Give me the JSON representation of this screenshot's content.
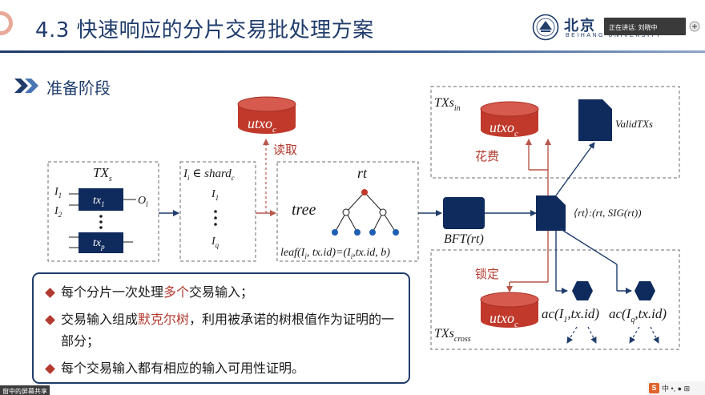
{
  "slide": {
    "title": "4.3 快速响应的分片交易批处理方案",
    "section": "准备阶段"
  },
  "logo": {
    "university": "北京",
    "subtitle": "BEIHANG UNIVERSITY"
  },
  "meeting_badge": "正在讲话: 刘晓中",
  "diagram": {
    "tx_box": {
      "title": "TX",
      "title_sub": "s",
      "input_first": "I",
      "input_first_sub": "1",
      "input_second": "I",
      "input_second_sub": "2",
      "output": "O",
      "output_sub": "l",
      "tx_first": "tx",
      "tx_first_sub": "1",
      "tx_last": "tx",
      "tx_last_sub": "p"
    },
    "shard_box": {
      "label": "I",
      "label_sub": "i",
      "label_rest": " ∈ shard",
      "label_rest_sub": "c",
      "first": "I",
      "first_sub": "1",
      "last": "I",
      "last_sub": "q"
    },
    "read_db": {
      "name": "utxo",
      "sub": "c"
    },
    "read_label": "读取",
    "tree_box": {
      "root": "rt",
      "tree_label": "tree",
      "leaf": "leaf(I",
      "leaf_i": "i",
      "leaf_mid": ", tx.id)=(I",
      "leaf_i2": "i",
      "leaf_end": ",tx.id, b)"
    },
    "bft": "BFT(rt)",
    "in_group": {
      "label": "TXs",
      "label_sub": "in",
      "db_name": "utxo",
      "db_sub": "c",
      "valid": "ValidTXs"
    },
    "spend_label": "花费",
    "lock_label": "锁定",
    "proof": "⟨rt⟩:(rt, SIG(rt))",
    "cross_group": {
      "label": "TXs",
      "label_sub": "cross",
      "db_name": "utxo",
      "db_sub": "c"
    },
    "ac_first": {
      "pre": "ac(I",
      "sub": "1",
      "post": ",tx.id)"
    },
    "ac_last": {
      "pre": "ac(I",
      "sub": "q",
      "post": ",tx.id)"
    }
  },
  "callout": {
    "b1_pre": "每个分片一次处理",
    "b1_hl": "多个",
    "b1_post": "交易输入；",
    "b2_pre": "交易输入组成",
    "b2_hl": "默克尔树",
    "b2_post": "，利用被承诺的树根值作为证明的一部分；",
    "b3": "每个交易输入都有相应的输入可用性证明。"
  },
  "share_bar": "窗中的屏幕共享",
  "tray": {
    "logo": "S",
    "text": "中 •, ● ⊞"
  },
  "colors": {
    "navy": "#1f3c6b",
    "dark_blue": "#0f2a5c",
    "red": "#b23a2e",
    "db_red": "#c0392b",
    "dashed_gray": "#6b6b6b"
  }
}
